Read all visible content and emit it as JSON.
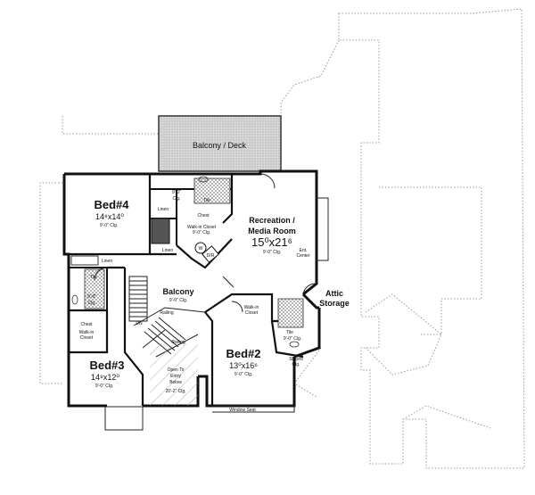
{
  "rooms": {
    "balcony_deck": {
      "name": "Balcony / Deck"
    },
    "bed4": {
      "name": "Bed#4",
      "size": "14⁸x14⁰",
      "ceiling": "9'-0\" Clg."
    },
    "recreation": {
      "name_line1": "Recreation /",
      "name_line2": "Media Room",
      "size": "15⁰x21⁶",
      "ceiling": "9'-0\" Clg.",
      "ent_center_line1": "Ent.",
      "ent_center_line2": "Center"
    },
    "balcony": {
      "name": "Balcony",
      "ceiling": "9'-0\" Clg.",
      "railing": "Railing"
    },
    "attic_storage": {
      "line1": "Attic",
      "line2": "Storage"
    },
    "bed2": {
      "name": "Bed#2",
      "size": "13⁰x16⁶",
      "ceiling": "9'-0\" Clg.",
      "window_seat": "Window Seat"
    },
    "bed3": {
      "name": "Bed#3",
      "size": "14⁸x12⁰",
      "ceiling": "9'-0\" Clg."
    }
  },
  "labels": {
    "bath_top_clg1": "9'-0\"",
    "bath_top_clg2": "Clg.",
    "tile_top": "Tile",
    "linen_upper": "Linen",
    "chest_top": "Chest",
    "walkin_closet_top_line1": "Walk-in Closet",
    "walkin_closet_top_line2": "9'-0\" Clg.",
    "linen_lower": "Linen",
    "w": "W",
    "dr": "D/R",
    "linen_left": "Linen",
    "tile_left": "Tile",
    "left_clg1": "9'-0\"",
    "left_clg2": "Clg.",
    "chest_left": "Chest",
    "walkin_left_line1": "Walk-in",
    "walkin_left_line2": "Closet",
    "dn": "DN",
    "railing_stair": "Railing",
    "open_entry_line1": "Open To",
    "open_entry_line2": "Entry",
    "open_entry_line3": "Below",
    "open_entry_clg": "20'-2\" Clg.",
    "walkin_closet_right_line1": "Walk-in",
    "walkin_closet_right_line2": "Closet",
    "tile_right": "Tile",
    "right_clg": "9'-0\" Clg.",
    "sloped_line1": "Sloped",
    "sloped_line2": "Clg."
  }
}
